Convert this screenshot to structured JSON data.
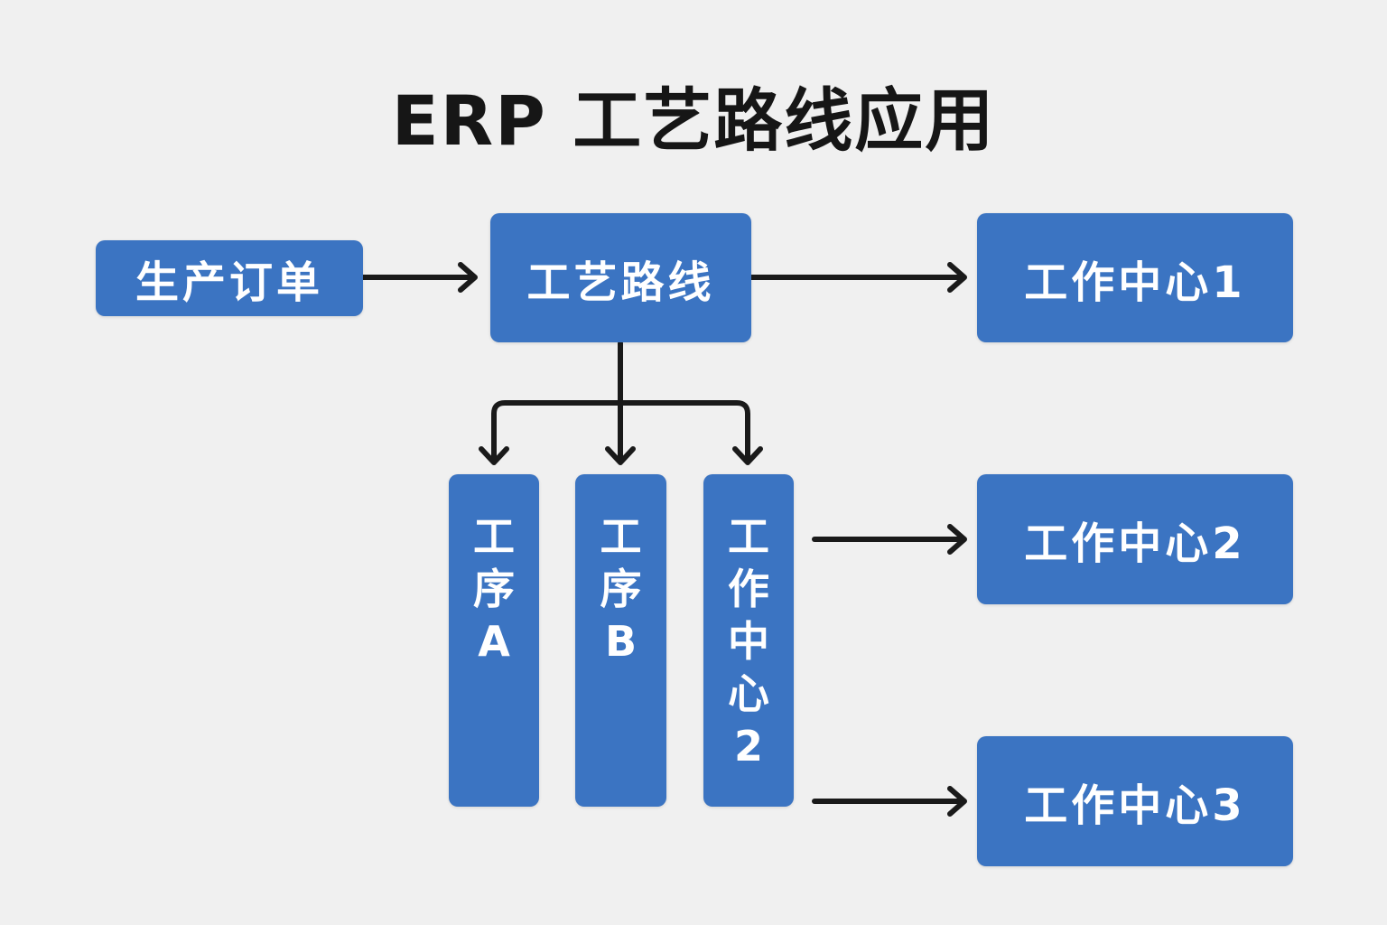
{
  "title": "ERP 工艺路线应用",
  "nodes": {
    "production_order": "生产订单",
    "routing": "工艺路线",
    "work_center_1": "工作中心1",
    "work_center_2": "工作中心2",
    "work_center_3": "工作中心3",
    "operation_a": [
      "工",
      "序",
      "A"
    ],
    "operation_b": [
      "工",
      "序",
      "B"
    ],
    "operation_wc2": [
      "工",
      "作",
      "中",
      "心",
      "2"
    ]
  },
  "colors": {
    "node_fill": "#3b74c2",
    "arrow": "#1a1a1a",
    "background": "#f0f0f0"
  }
}
